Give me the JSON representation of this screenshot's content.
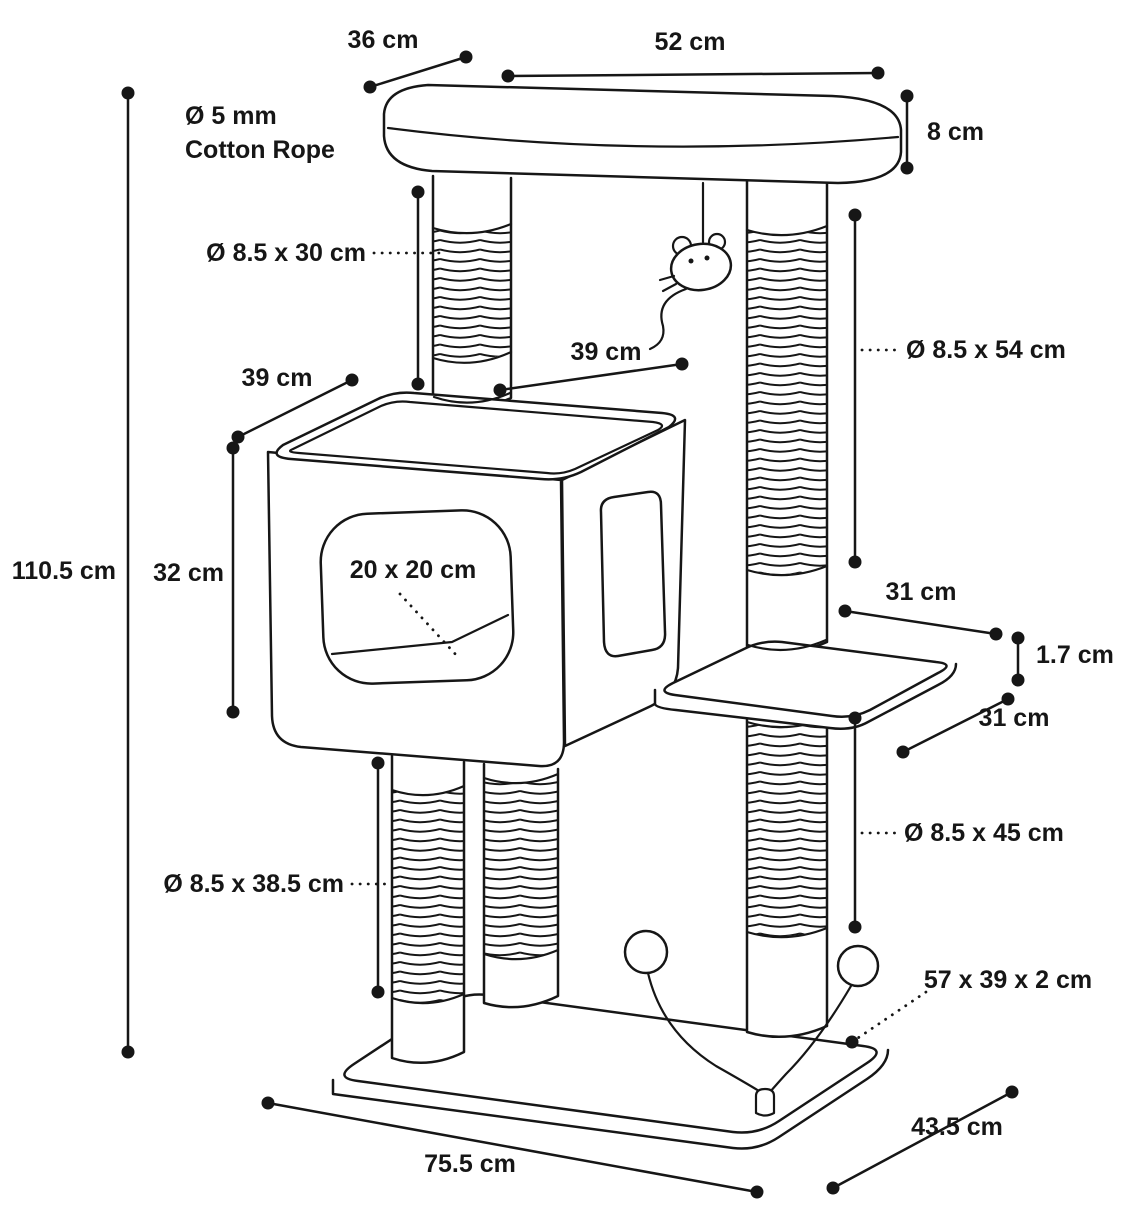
{
  "diagram": {
    "title": "Cat tree dimensional drawing",
    "labels": {
      "rope_diameter": "Ø 5 mm",
      "rope_material": "Cotton Rope",
      "top_depth": "36 cm",
      "top_width": "52 cm",
      "top_thickness": "8 cm",
      "upper_left_post": "Ø 8.5 x 30 cm",
      "condo_top_width": "39 cm",
      "condo_top_depth": "39 cm",
      "upper_right_post": "Ø 8.5 x 54 cm",
      "total_height": "110.5 cm",
      "condo_height": "32 cm",
      "condo_opening": "20 x 20 cm",
      "mid_platform_width": "31 cm",
      "mid_platform_thickness": "1.7 cm",
      "mid_platform_depth": "31 cm",
      "lower_right_post": "Ø 8.5 x 45 cm",
      "lower_left_post": "Ø 8.5 x 38.5 cm",
      "base_size": "57 x 39 x 2 cm",
      "base_depth": "43.5 cm",
      "base_width": "75.5 cm"
    }
  }
}
